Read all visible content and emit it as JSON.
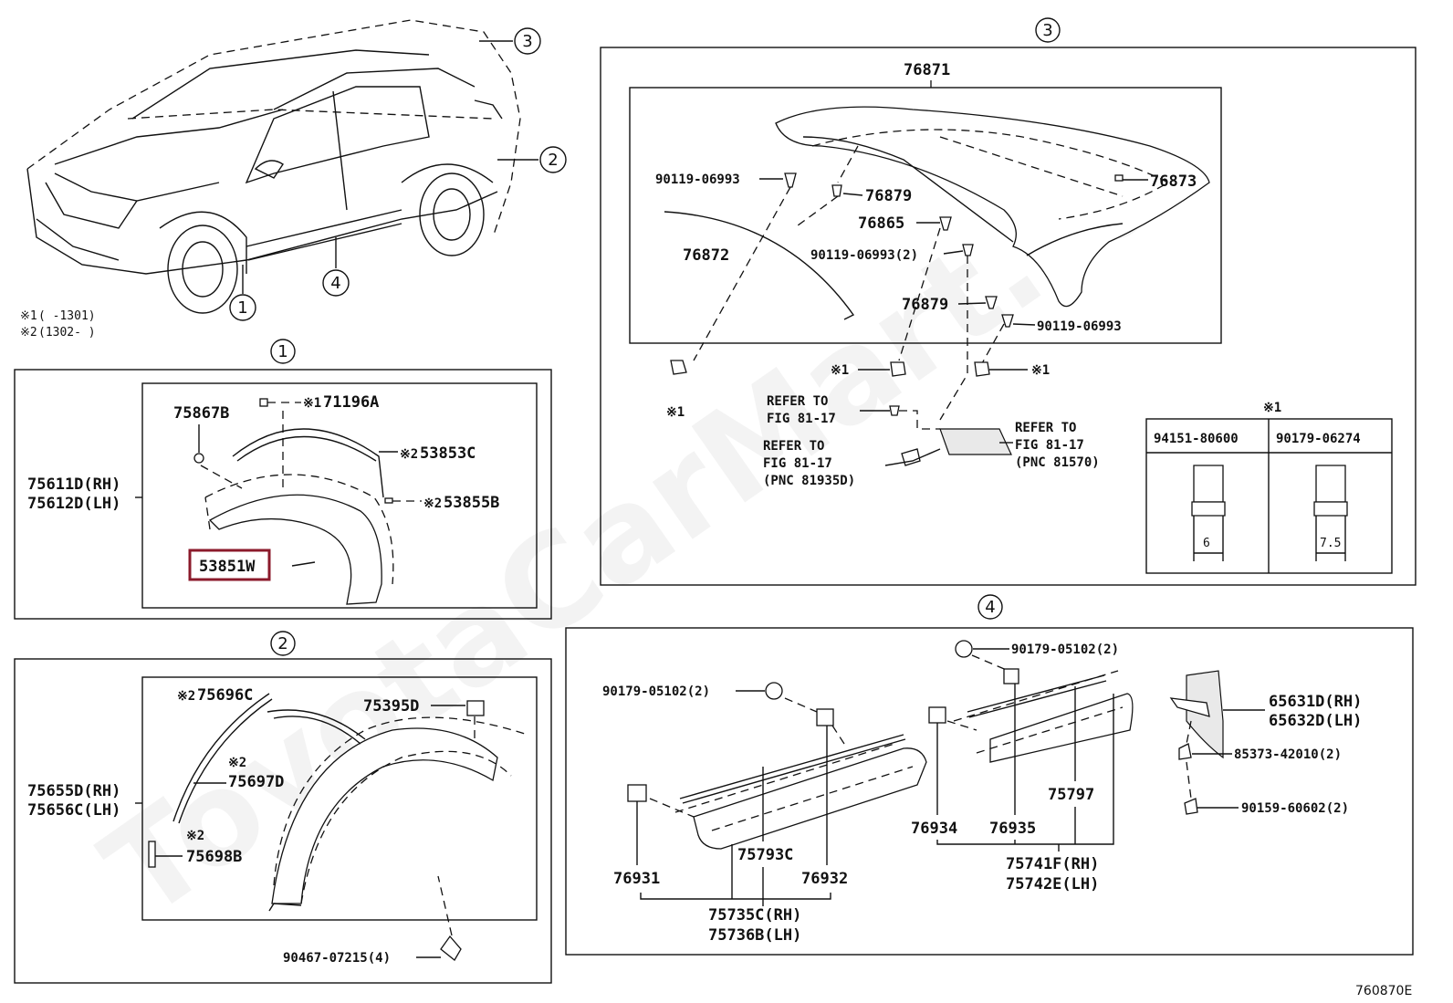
{
  "diagram_id": "760870E",
  "watermark": "ToyotaCarMart.ru",
  "legend": {
    "note1_mark": "※1",
    "note1_range": "(   -1301)",
    "note2_mark": "※2",
    "note2_range": "(1302-   )"
  },
  "overview": {
    "callout_1": "1",
    "callout_2": "2",
    "callout_3": "3",
    "callout_4": "4"
  },
  "section1": {
    "title": "1",
    "assembly_rh": "75611D(RH)",
    "assembly_lh": "75612D(LH)",
    "p_75867b": "75867B",
    "p_71196a": "71196A",
    "p_71196a_mark": "※1",
    "p_53853c": "53853C",
    "p_53853c_mark": "※2",
    "p_53855b": "53855B",
    "p_53855b_mark": "※2",
    "p_53851w": "53851W"
  },
  "section2": {
    "title": "2",
    "assembly_rh": "75655D(RH)",
    "assembly_lh": "75656C(LH)",
    "p_75696c": "75696C",
    "p_75696c_mark": "※2",
    "p_75697d": "75697D",
    "p_75697d_mark": "※2",
    "p_75698b": "75698B",
    "p_75698b_mark": "※2",
    "p_75395d": "75395D",
    "p_90467": "90467-07215(4)"
  },
  "section3": {
    "title": "3",
    "p_76871": "76871",
    "p_76872": "76872",
    "p_76873": "76873",
    "p_76879a": "76879",
    "p_76879b": "76879",
    "p_76865": "76865",
    "p_90119a": "90119-06993",
    "p_90119b": "90119-06993(2)",
    "p_90119c": "90119-06993",
    "mark_a": "※1",
    "mark_b": "※1",
    "mark_c": "※1",
    "refer1_l1": "REFER TO",
    "refer1_l2": "FIG 81-17",
    "refer2_l1": "REFER TO",
    "refer2_l2": "FIG 81-17",
    "refer2_l3": "(PNC 81935D)",
    "refer3_l1": "REFER TO",
    "refer3_l2": "FIG 81-17",
    "refer3_l3": "(PNC 81570)",
    "table_title": "※1",
    "table_col1": "94151-80600",
    "table_col2": "90179-06274",
    "table_dim1": "6",
    "table_dim2": "7.5"
  },
  "section4": {
    "title": "4",
    "p_90179_left": "90179-05102(2)",
    "p_90179_right": "90179-05102(2)",
    "p_76931": "76931",
    "p_75793c": "75793C",
    "p_76932": "76932",
    "p_75735c": "75735C(RH)",
    "p_75736b": "75736B(LH)",
    "p_76934": "76934",
    "p_76935": "76935",
    "p_75797": "75797",
    "p_75741f": "75741F(RH)",
    "p_75742e": "75742E(LH)",
    "p_65631d": "65631D(RH)",
    "p_65632d": "65632D(LH)",
    "p_85373": "85373-42010(2)",
    "p_90159": "90159-60602(2)"
  },
  "highlight_color": "#8b1a2b"
}
